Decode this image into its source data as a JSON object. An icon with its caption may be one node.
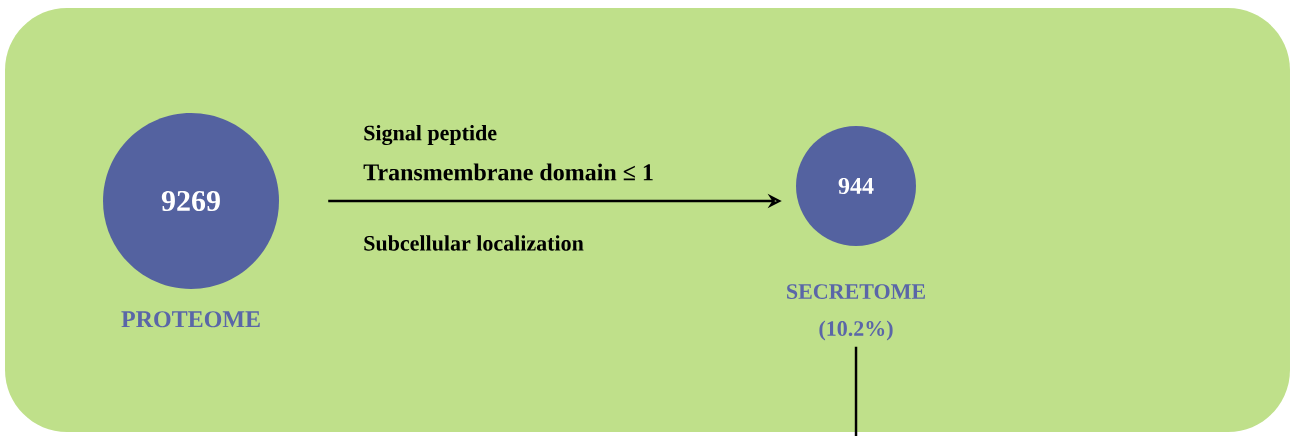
{
  "diagram": {
    "nodes": [
      {
        "text": [],
        "shape": "box"
      },
      {
        "text": [
          "9269"
        ],
        "beside": [
          "PROTEOME"
        ],
        "in": 0
      },
      {
        "text": [
          "944"
        ],
        "beside": [
          "SECRETOME (10.2%)"
        ],
        "in": 0
      }
    ],
    "edges": [
      {
        "from": 1,
        "to": 2,
        "arrow": "to"
      },
      {
        "from": 2,
        "to": null,
        "arrow": "none"
      }
    ],
    "labels": [
      "Signal peptide",
      "Transmembrane domain ≤ 1",
      "Subcellular localization"
    ]
  }
}
